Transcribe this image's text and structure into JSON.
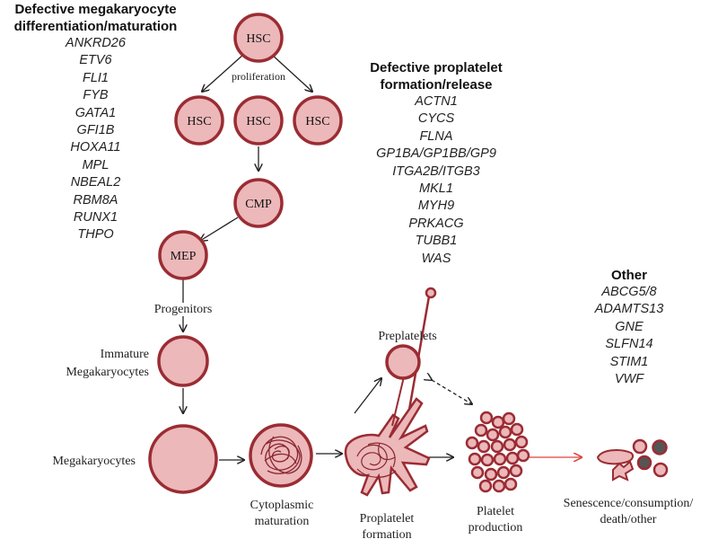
{
  "gene_lists": {
    "megakaryocyte": {
      "heading": [
        "Defective megakaryocyte",
        "differentiation/maturation"
      ],
      "genes": [
        "ANKRD26",
        "ETV6",
        "FLI1",
        "FYB",
        "GATA1",
        "GFI1B",
        "HOXA11",
        "MPL",
        "NBEAL2",
        "RBM8A",
        "RUNX1",
        "THPO"
      ]
    },
    "proplatelet": {
      "heading": [
        "Defective proplatelet",
        "formation/release"
      ],
      "genes": [
        "ACTN1",
        "CYCS",
        "FLNA",
        "GP1BA/GP1BB/GP9",
        "ITGA2B/ITGB3",
        "MKL1",
        "MYH9",
        "PRKACG",
        "TUBB1",
        "WAS"
      ]
    },
    "other": {
      "heading": [
        "Other"
      ],
      "genes": [
        "ABCG5/8",
        "ADAMTS13",
        "GNE",
        "SLFN14",
        "STIM1",
        "VWF"
      ]
    }
  },
  "nodes": {
    "hsc_top": "HSC",
    "hsc_left": "HSC",
    "hsc_mid": "HSC",
    "hsc_right": "HSC",
    "cmp": "CMP",
    "mep": "MEP"
  },
  "labels": {
    "proliferation": "proliferation",
    "progenitors": "Progenitors",
    "immature": [
      "Immature",
      "Megakaryocytes"
    ],
    "megakaryocytes": "Megakaryocytes",
    "cytoplasmic": [
      "Cytoplasmic",
      "maturation"
    ],
    "proplatelet": [
      "Proplatelet",
      "formation"
    ],
    "preplatelets": "Preplatelets",
    "platelet": [
      "Platelet",
      "production"
    ],
    "senescence": [
      "Senescence/consumption/",
      "death/other"
    ]
  },
  "colors": {
    "cell_fill": "#ecb8ba",
    "cell_stroke": "#9b2c33",
    "detail": "#8a2530",
    "arrow": "#222222",
    "red_arrow": "#e0443c",
    "dark_cell": "#555555"
  }
}
